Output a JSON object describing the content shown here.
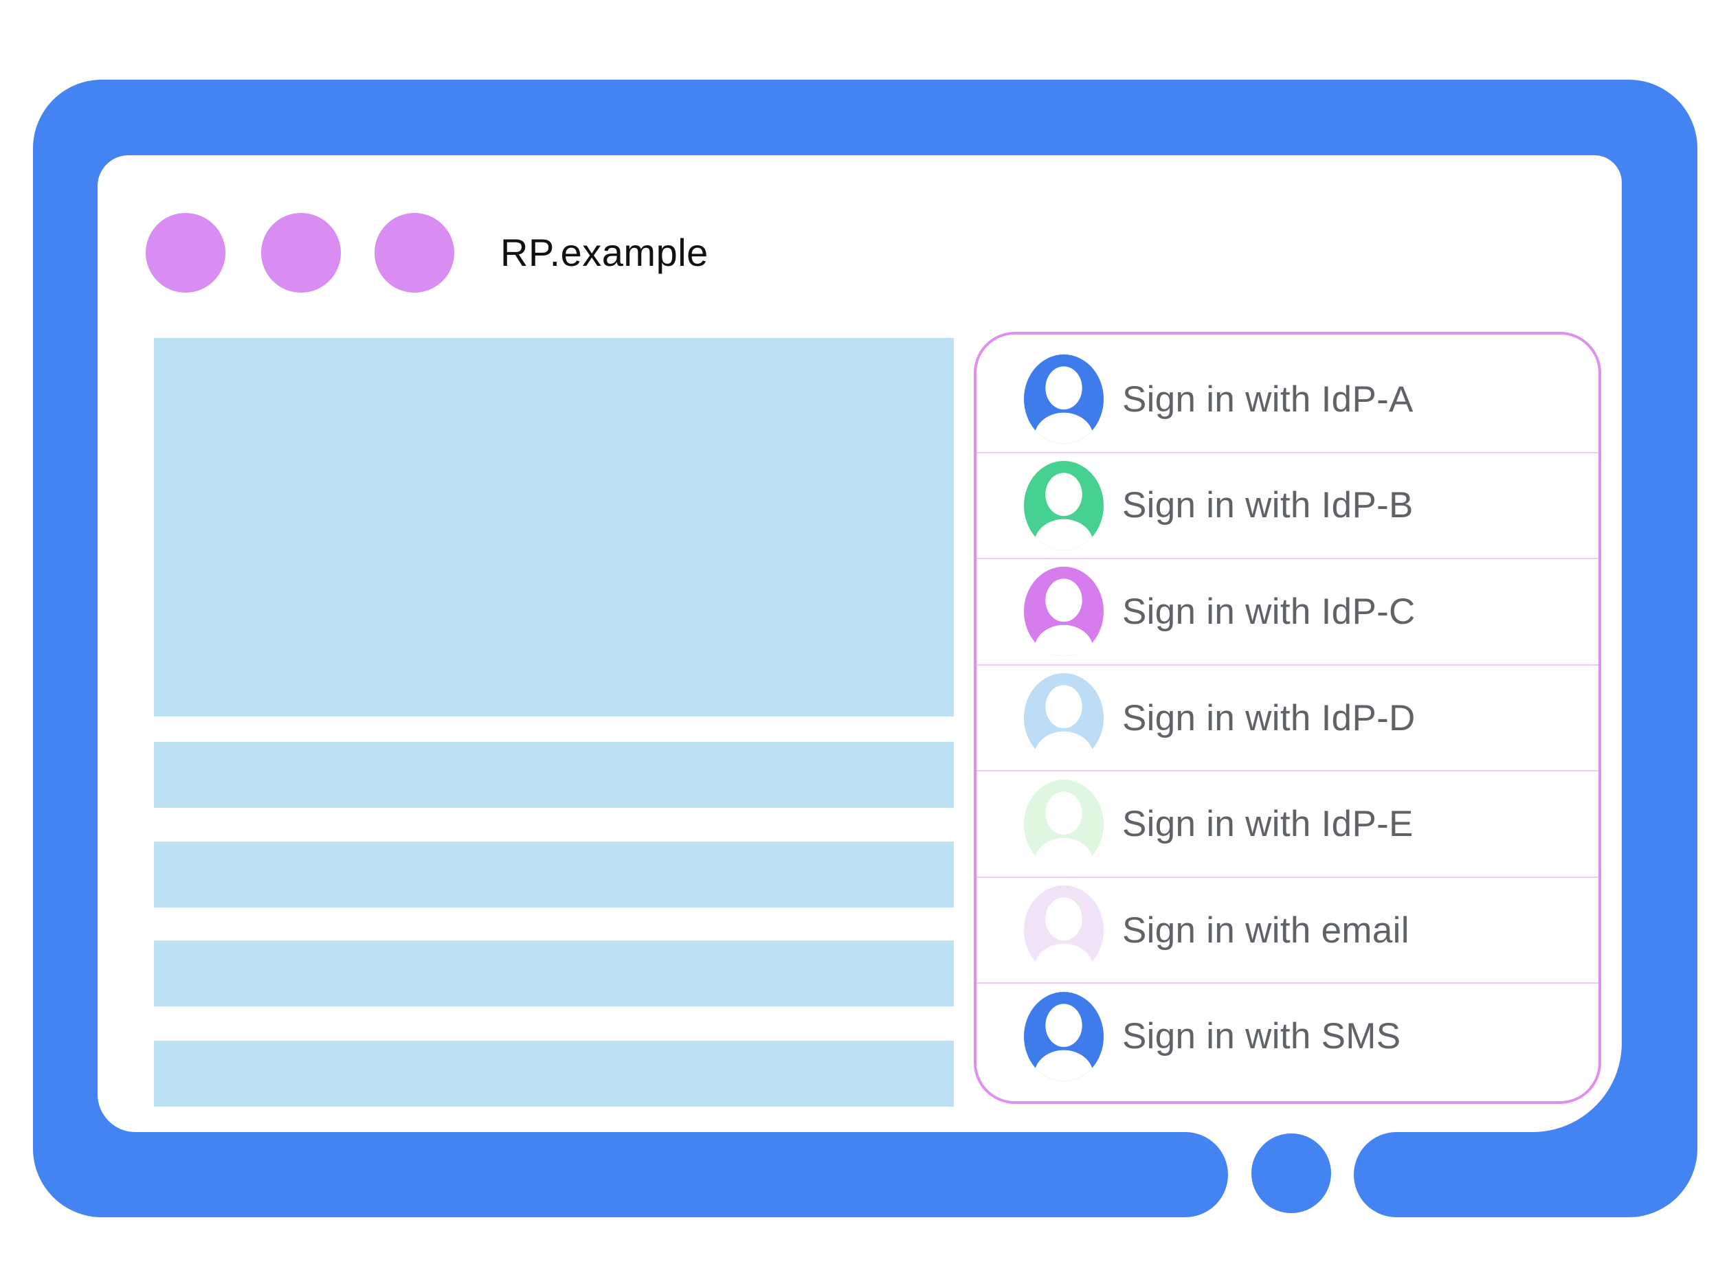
{
  "window": {
    "title": "RP.example",
    "control_dots": 3
  },
  "content": {
    "placeholder_blocks": 5
  },
  "signin_panel": {
    "options": [
      {
        "id": "idp-a",
        "label": "Sign in with IdP-A",
        "avatar_icon": "person-icon",
        "avatar_color": "#3E7CEB"
      },
      {
        "id": "idp-b",
        "label": "Sign in with IdP-B",
        "avatar_icon": "person-icon",
        "avatar_color": "#46D192"
      },
      {
        "id": "idp-c",
        "label": "Sign in with IdP-C",
        "avatar_icon": "person-icon",
        "avatar_color": "#D67CEC"
      },
      {
        "id": "idp-d",
        "label": "Sign in with IdP-D",
        "avatar_icon": "person-icon",
        "avatar_color": "#BDDCF5"
      },
      {
        "id": "idp-e",
        "label": "Sign in with IdP-E",
        "avatar_icon": "person-icon",
        "avatar_color": "#DFF6E0"
      },
      {
        "id": "email",
        "label": "Sign in with email",
        "avatar_icon": "person-icon",
        "avatar_color": "#F1E2F7"
      },
      {
        "id": "sms",
        "label": "Sign in with SMS",
        "avatar_icon": "person-icon",
        "avatar_color": "#3E7CEB"
      }
    ]
  },
  "colors": {
    "frame_blue": "#4483F2",
    "dot_purple": "#D98CF2",
    "placeholder_blue": "#BEE0F5",
    "panel_border": "#DE90F0",
    "separator_pink": "#F2C8F4",
    "label_gray": "#5F6368",
    "title_black": "#111111"
  }
}
